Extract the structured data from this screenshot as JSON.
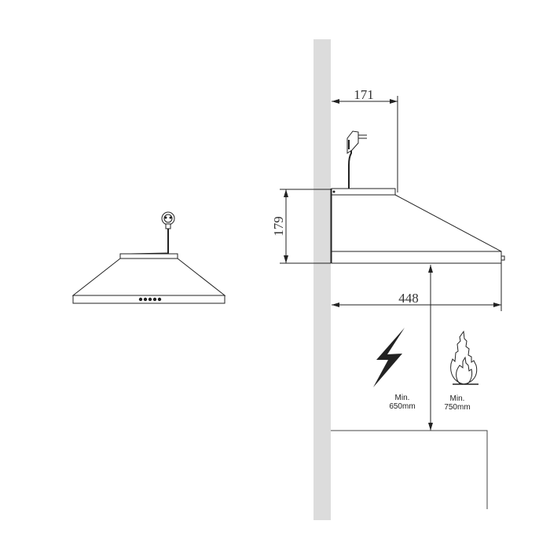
{
  "dimensions": {
    "depth_top": "171",
    "height": "179",
    "depth_total": "448"
  },
  "clearances": {
    "electric": {
      "icon": "lightning-icon",
      "label_line1": "Min.",
      "label_line2": "650mm"
    },
    "gas": {
      "icon": "flame-icon",
      "label_line1": "Min.",
      "label_line2": "750mm"
    }
  },
  "colors": {
    "wall": "#dcdcdc",
    "line": "#222222"
  }
}
